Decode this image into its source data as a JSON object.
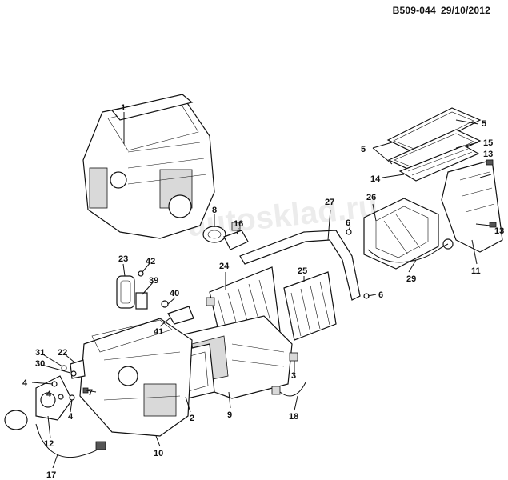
{
  "header": {
    "code": "B509-044",
    "date": "29/10/2012"
  },
  "watermark": "autosklad.ru",
  "callouts": [
    "1",
    "2",
    "3",
    "4",
    "4",
    "4",
    "5",
    "5",
    "6",
    "6",
    "7",
    "8",
    "9",
    "10",
    "11",
    "12",
    "13",
    "13",
    "14",
    "15",
    "16",
    "17",
    "18",
    "22",
    "23",
    "24",
    "25",
    "26",
    "27",
    "29",
    "30",
    "31",
    "39",
    "40",
    "41",
    "42"
  ]
}
